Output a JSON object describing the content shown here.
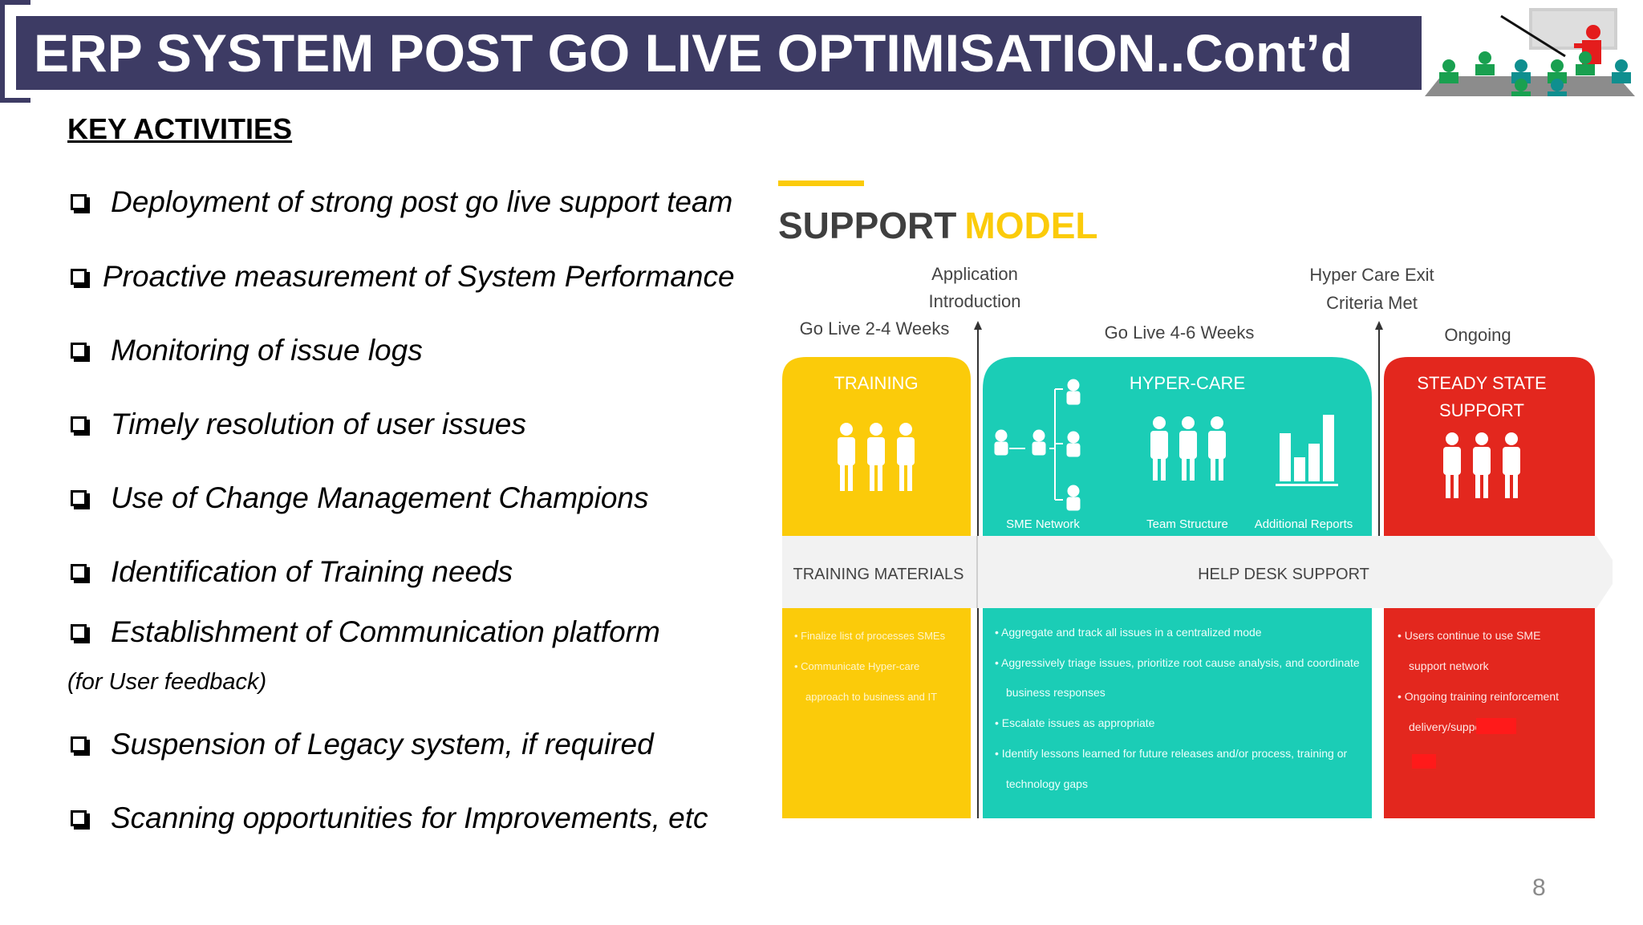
{
  "header": {
    "title": "ERP SYSTEM POST GO LIVE OPTIMISATION..Cont’d"
  },
  "logo": {
    "icon": "presentation-meeting-icon"
  },
  "key_activities": {
    "heading": "KEY ACTIVITIES",
    "items": [
      "Deployment of strong post go live support team",
      "Proactive measurement of System Performance",
      "Monitoring of  issue logs",
      "Timely resolution of user issues",
      "Use of Change Management Champions",
      "Identification of Training needs",
      "Establishment of Communication platform",
      "Suspension of Legacy system, if required",
      "Scanning opportunities for Improvements, etc"
    ],
    "note": "(for User feedback)"
  },
  "support_model": {
    "title_part1": "SUPPORT",
    "title_part2": "MODEL",
    "milestones": {
      "app_intro_line1": "Application",
      "app_intro_line2": "Introduction",
      "hypercare_exit_line1": "Hyper Care Exit",
      "hypercare_exit_line2": "Criteria Met"
    },
    "phases": {
      "training_time": "Go Live 2-4 Weeks",
      "hypercare_time": "Go Live 4-6 Weeks",
      "steady_time": "Ongoing",
      "training_label": "TRAINING",
      "hypercare_label": "HYPER-CARE",
      "steady_label_line1": "STEADY STATE",
      "steady_label_line2": "SUPPORT"
    },
    "hypercare_icons": {
      "sme": "SME Network",
      "team": "Team Structure",
      "reports": "Additional Reports"
    },
    "band": {
      "training_materials": "TRAINING MATERIALS",
      "help_desk": "HELP DESK SUPPORT"
    },
    "training_bullets": [
      "Finalize list of processes SMEs",
      "Communicate Hyper-care",
      "approach to business and IT"
    ],
    "hypercare_bullets": [
      "Aggregate and track all issues in a centralized mode",
      "Aggressively triage issues, prioritize root cause analysis, and coordinate",
      "business responses",
      "Escalate issues as appropriate",
      "Identify lessons learned for future releases and/or process, training or",
      "technology gaps"
    ],
    "steady_bullets": [
      "Users continue to use SME",
      "support network",
      "Ongoing training reinforcement",
      "delivery/support l"
    ],
    "colors": {
      "training": "#fbcb0a",
      "hypercare": "#1bcdb6",
      "steady": "#e3271e",
      "title_dark": "#3f3f3f",
      "band": "#f2f2f2"
    }
  },
  "page": {
    "number": "8"
  }
}
